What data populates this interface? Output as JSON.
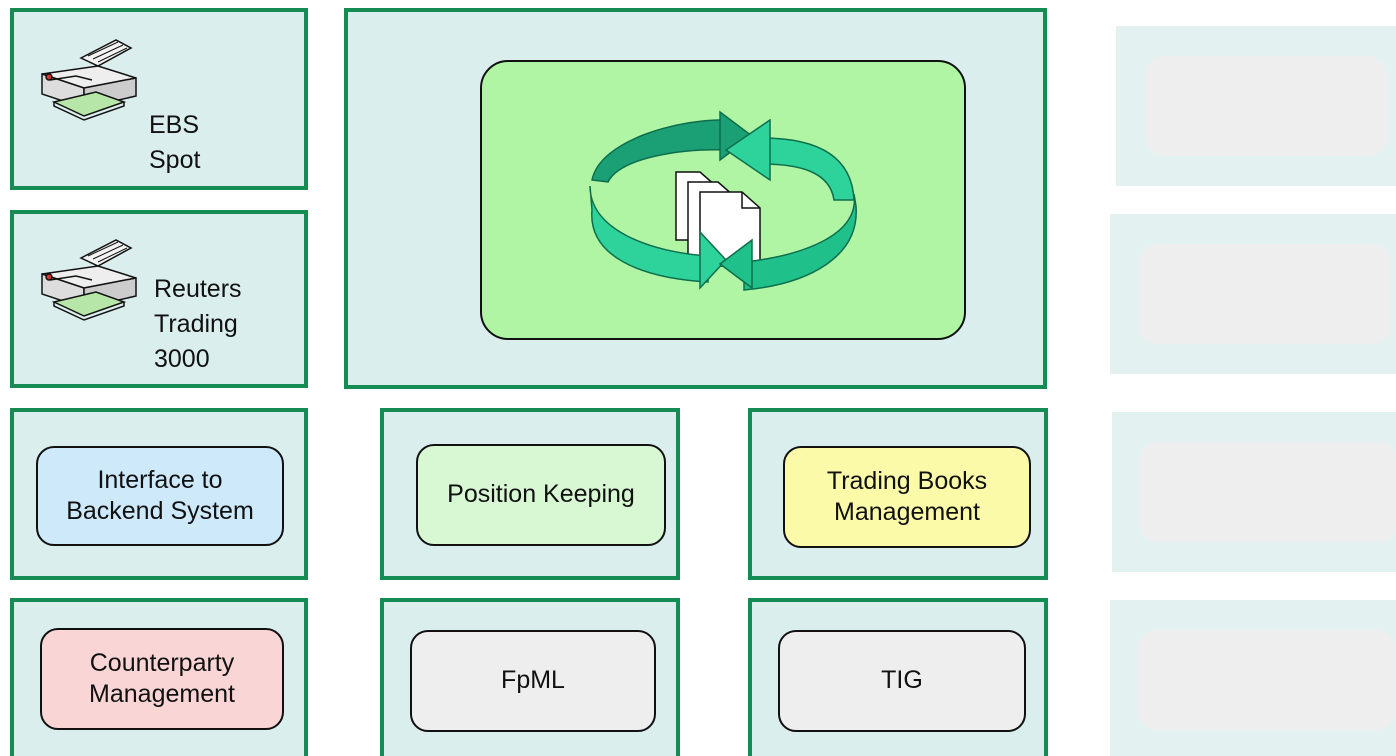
{
  "panels": {
    "ebs": {
      "label": "EBS\nSpot"
    },
    "reuters": {
      "label": "Reuters\nTrading\n3000"
    }
  },
  "modules": {
    "interface_backend": {
      "label": "Interface to\nBackend System",
      "color": "#cde9fa"
    },
    "position_keeping": {
      "label": "Position Keeping",
      "color": "#d8f8d3"
    },
    "trading_books": {
      "label": "Trading Books\nManagement",
      "color": "#fafaa8"
    },
    "counterparty": {
      "label": "Counterparty\nManagement",
      "color": "#f9d5d5"
    },
    "fpml": {
      "label": "FpML",
      "color": "#eeeeee"
    },
    "tig": {
      "label": "TIG",
      "color": "#eeeeee"
    }
  },
  "icons": {
    "printer": "printer-icon",
    "cycle": "cycle-arrows-icon",
    "documents": "documents-icon"
  },
  "colors": {
    "panel_border": "#168c55",
    "panel_fill": "#dbeeee",
    "center_fill": "#b0f5a3",
    "arrow": "#20c08a"
  }
}
